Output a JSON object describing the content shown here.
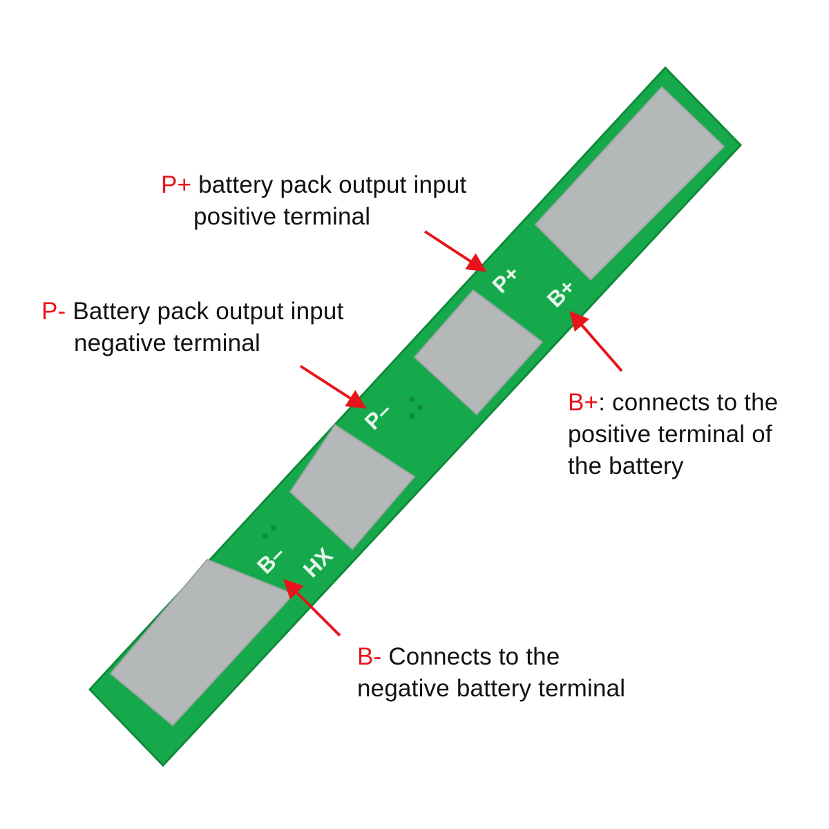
{
  "colors": {
    "board": "#16a94b",
    "board_edge": "#0f8a3a",
    "pad": "#b4b8b8",
    "pad_edge": "#9ea3a3",
    "silkscreen": "#e6f5ea",
    "label_key": "#e8141b",
    "label_text": "#111111",
    "arrow": "#e8141b"
  },
  "board": {
    "silkscreen": {
      "p_plus": "P+",
      "b_plus": "B+",
      "p_minus": "P–",
      "b_minus": "B–",
      "maker": "HX"
    }
  },
  "callouts": {
    "p_plus": {
      "key": "P+",
      "line1": " battery pack output input",
      "line2": "positive terminal"
    },
    "p_minus": {
      "key": "P-",
      "line1": " Battery pack output input",
      "line2": "negative terminal"
    },
    "b_plus": {
      "key": "B+",
      "line1": ": connects to the",
      "line2": "positive terminal of",
      "line3": "the battery"
    },
    "b_minus": {
      "key": "B-",
      "line1": " Connects to the",
      "line2": "negative battery terminal"
    }
  }
}
